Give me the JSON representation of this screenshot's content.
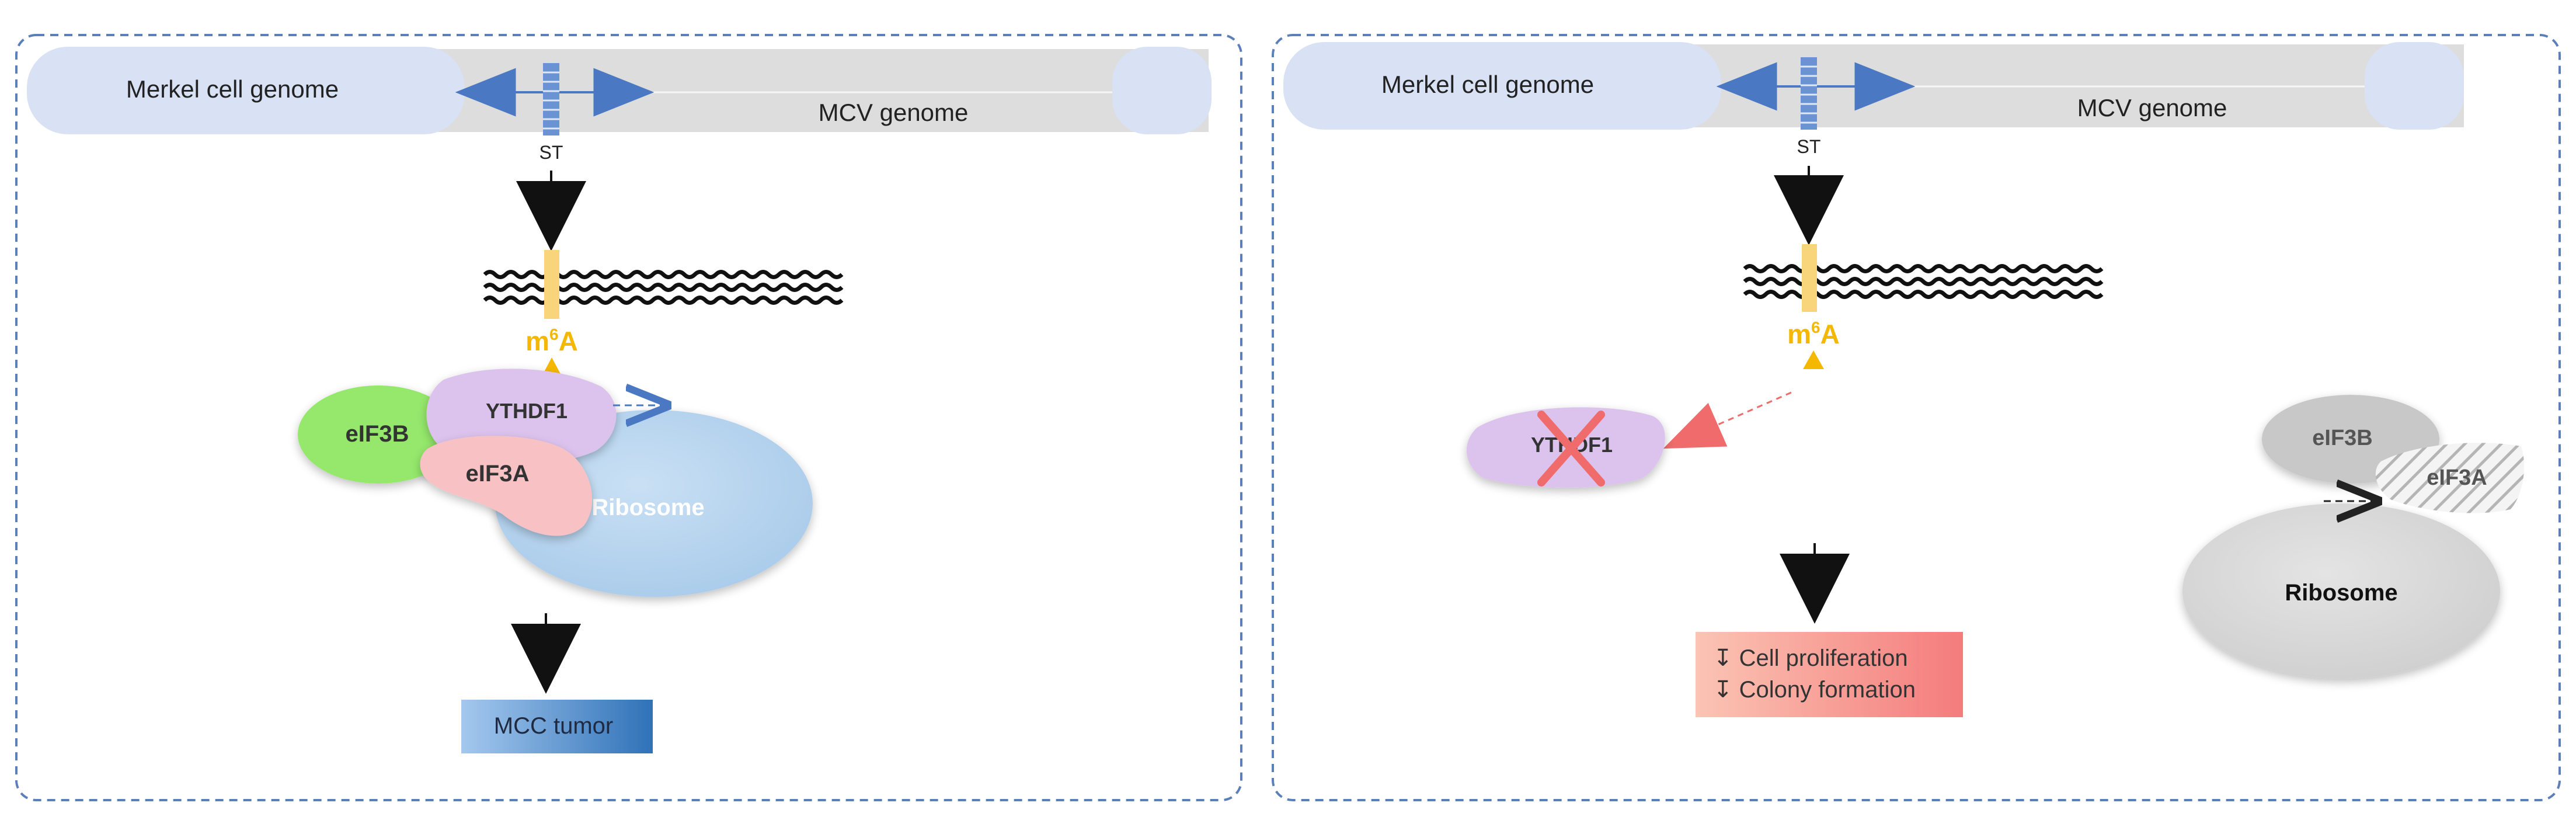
{
  "panels": [
    {
      "host_genome": "Merkel cell genome",
      "viral_genome": "MCV genome",
      "gene": "ST",
      "modification_base": "m",
      "modification_sup": "6",
      "modification_tail": "A",
      "proteins": [
        "eIF3B",
        "YTHDF1",
        "eIF3A"
      ],
      "ribosome": "Ribosome",
      "outcome": [
        "MCC tumor"
      ]
    },
    {
      "host_genome": "Merkel cell genome",
      "viral_genome": "MCV genome",
      "gene": "ST",
      "modification_base": "m",
      "modification_sup": "6",
      "modification_tail": "A",
      "proteins": [
        "YTHDF1",
        "eIF3B",
        "eIF3A"
      ],
      "ribosome": "Ribosome",
      "outcome": [
        "↧ Cell proliferation",
        "↧ Colony formation"
      ]
    }
  ],
  "colors": {
    "panel_border": "#5b7fb8",
    "genome_track": "#dddddd",
    "host_genome": "#d9e1f4",
    "arrow_blue": "#4a78c2",
    "m6a": "#f5b800",
    "rna_mark": "#f8d57a",
    "eif3b": "#95e86c",
    "ythdf1": "#dcc3ee",
    "eif3a": "#f8c2c4",
    "ribosome": "#bcd7ef",
    "ribosome_label": "#ffffff",
    "knockout_x": "#f06b6b",
    "mcc_tumor_start": "#a4c8ee",
    "mcc_tumor_end": "#2f72b8",
    "outcome_start": "#fbc4b4",
    "outcome_end": "#f47c7c",
    "grey_protein": "#c8c8c8",
    "grey_ribosome": "#dddddd"
  }
}
